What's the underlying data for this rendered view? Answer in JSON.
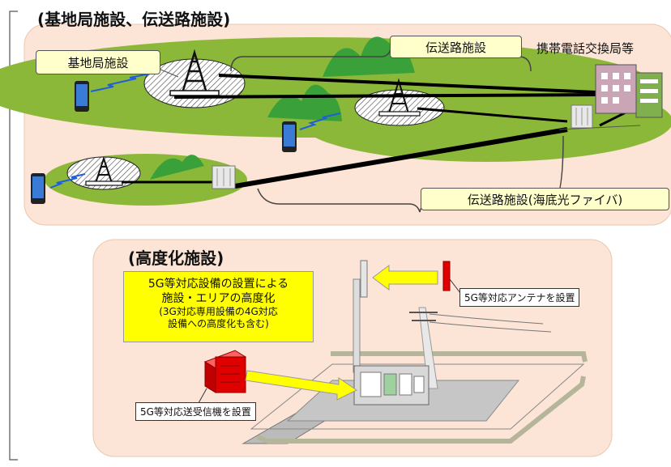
{
  "network_section": {
    "title": "(基地局施設、伝送路施設)",
    "base_station_label": "基地局施設",
    "transmission_label": "伝送路施設",
    "exchange_label": "携帯電話交換局等",
    "submarine_label": "伝送路施設(海底光ファイバ)"
  },
  "upgrade_section": {
    "title": "(高度化施設)",
    "note_line1": "5G等対応設備の設置による",
    "note_line2": "施設・エリアの高度化",
    "note_line3": "(3G対応専用設備の4G対応",
    "note_line4": "設備への高度化も含む)",
    "antenna_label": "5G等対応アンテナを設置",
    "transceiver_label": "5G等対応送受信機を設置"
  },
  "colors": {
    "panel_fill": "#fce4d6",
    "island_green": "#8cb83a",
    "hill_green": "#3aa13a",
    "arrow_yellow": "#ffff00",
    "equipment_red": "#e00000",
    "callout_fill": "#ffffcc"
  }
}
